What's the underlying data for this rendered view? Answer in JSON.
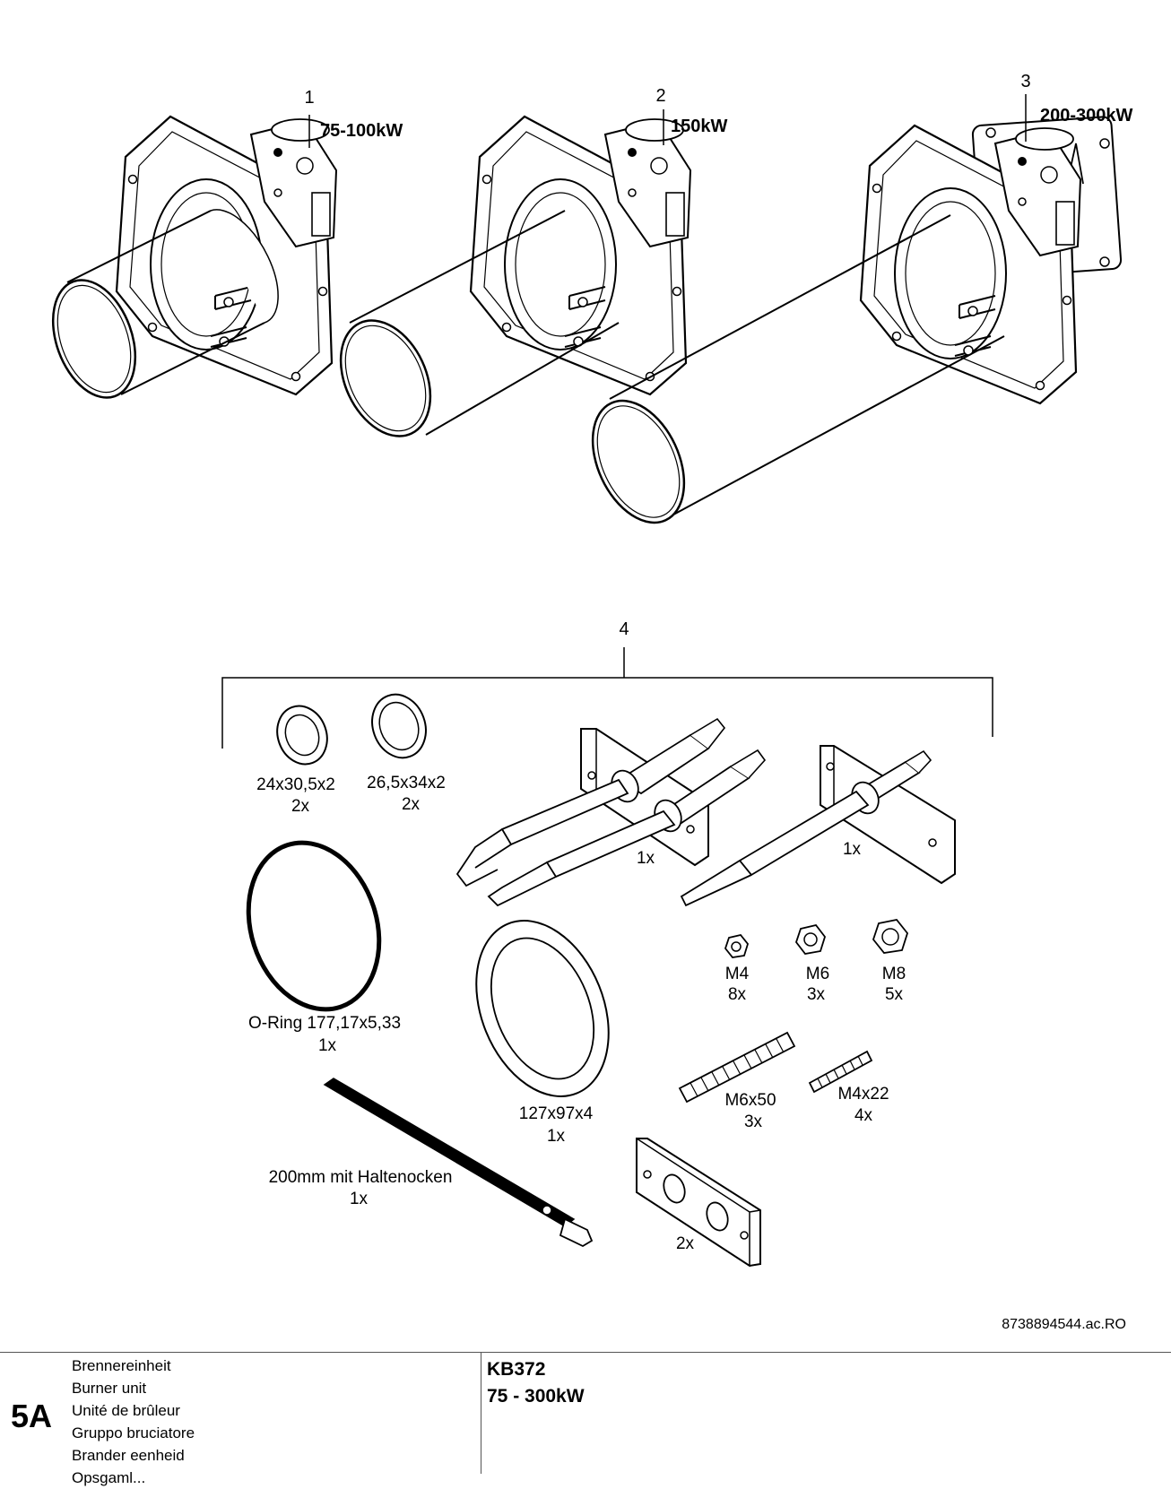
{
  "callouts": {
    "item1": {
      "number": "1",
      "rating": "75-100kW"
    },
    "item2": {
      "number": "2",
      "rating": "150kW"
    },
    "item3": {
      "number": "3",
      "rating": "200-300kW"
    },
    "item4": {
      "number": "4"
    }
  },
  "parts": {
    "washer_small": {
      "size": "24x30,5x2",
      "qty": "2x"
    },
    "washer_large": {
      "size": "26,5x34x2",
      "qty": "2x"
    },
    "electrode_double": {
      "qty": "1x"
    },
    "electrode_single": {
      "qty": "1x"
    },
    "oring": {
      "size": "O-Ring 177,17x5,33",
      "qty": "1x"
    },
    "gasket": {
      "size": "127x97x4",
      "qty": "1x"
    },
    "nut_m4": {
      "size": "M4",
      "qty": "8x"
    },
    "nut_m6": {
      "size": "M6",
      "qty": "3x"
    },
    "nut_m8": {
      "size": "M8",
      "qty": "5x"
    },
    "stud_m6": {
      "size": "M6x50",
      "qty": "3x"
    },
    "stud_m4": {
      "size": "M4x22",
      "qty": "4x"
    },
    "cable_tie": {
      "size": "200mm mit Haltenocken",
      "qty": "1x"
    },
    "plate": {
      "qty": "2x"
    }
  },
  "reference": "8738894544.ac.RO",
  "footer": {
    "sheet_id": "5A",
    "titles": [
      "Brennereinheit",
      "Burner unit",
      "Unité de brûleur",
      "Gruppo bruciatore",
      "Brander eenheid",
      "Opsgaml..."
    ],
    "model": "KB372",
    "power_range": "75 - 300kW"
  }
}
